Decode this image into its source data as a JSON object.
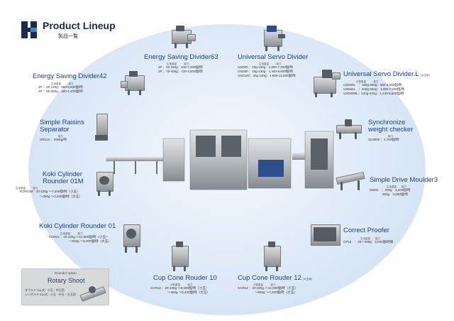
{
  "header": {
    "title": "Product Lineup",
    "subtitle": "製品一覧"
  },
  "colors": {
    "brand": "#1b2a4e",
    "title": "#1c3f88",
    "ellipse": "#dde9f7"
  },
  "products": {
    "esd63": {
      "name": "Energy Saving Divider63",
      "head": "生地重量　　　能力",
      "rows": [
        "4P ：20-150g：640-7,200個/時",
        "2P ：75-400g：720-3,600個/時"
      ]
    },
    "usd": {
      "name": "Universal Servo Divider",
      "head": "生地重量　　　能力",
      "rows": [
        "USD60 ：20g-130g：1,080-7,200個/時",
        "USD80 ：20g-130g：1,440-9,600個/時",
        "USD100：20g-130g：1,800-12,000個/時"
      ]
    },
    "esd42": {
      "name": "Energy Saving Divider42",
      "head": "生地重量　　　能力",
      "rows": [
        "4P ：20-120g：960-8,800個/時",
        "2P ：55-300g：480-2,400個/時"
      ]
    },
    "usdl": {
      "name": "Universal Servo Divider.L",
      "sub": "（大玉用）",
      "head": "分割重量　　　能力",
      "rows": [
        "USD50L　：180g-580g：900-6,000個/時",
        "USD60L　：200g-550g：1,080-7,200個/時",
        "USD80ML：120g-440g：1,440-9,600個/時"
      ]
    },
    "srs": {
      "name1": "Simple Raisins",
      "name2": "Separator",
      "head": "能力",
      "rows": [
        "SRS16 ：500kg/時"
      ]
    },
    "sync": {
      "name1": "Synchronize",
      "name2": "weight checker",
      "head": "能力",
      "rows": [
        "SC9000 ：6,700個/時"
      ]
    },
    "kcr01m": {
      "name1": "Koki Cylinder",
      "name2": "Rounder 01M",
      "head": "生地重量　　　能力",
      "rows": [
        "KCR01M：20-100g ～7,200個/時（小玉）",
        "～350g ～4,200個/時（大玉）"
      ]
    },
    "sdm3": {
      "name": "Simple Drive Moulder3",
      "head": "生地重量　　能力",
      "rows": [
        "SDM3　：200g　4,200個/時",
        "　　　　550g　3,000個/時"
      ]
    },
    "kcr01": {
      "name": "Koki Cylinder Rounder 01",
      "head": "生地重量　　　能力",
      "rows": [
        "KCR01 ：20-100g ～12,000個/時（小玉）",
        "～550g ～6,000個/時（大玉）"
      ]
    },
    "cp": {
      "name": "Correct Proofer",
      "head": "生地重量　　能力",
      "rows": [
        "CP15　：25～400g　3,000個/時間"
      ]
    },
    "ccr10": {
      "name": "Cup Cone Rouder 10",
      "head": "分割重量　　　能力",
      "rows": [
        "CCR10 ：20-100g ～8,000個/時（小玉）",
        "～450g ～5,400個/時（大玉）"
      ]
    },
    "ccr12": {
      "name": "Cup Cone Rouder 12",
      "sub": "（大玉用）",
      "head": "分割重量　　　能力",
      "rows": [
        "CCR12 ：20-100g ～12,000個/時（小玉）",
        "～550g ～7,200個/時（大玉）"
      ]
    }
  },
  "rotary": {
    "option": "Rounder option",
    "name": "Rotary Shoot",
    "line1": "ダブルドラム式：小玉・中玉用",
    "line2": "シングルドラム式：小玉・中玉・大玉用"
  }
}
